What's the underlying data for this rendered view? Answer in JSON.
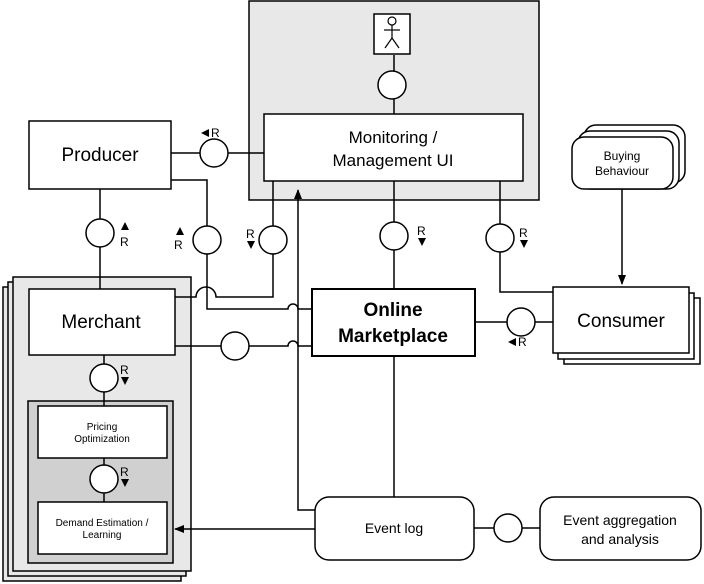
{
  "nodes": {
    "producer": "Producer",
    "merchant": "Merchant",
    "pricing_line1": "Pricing",
    "pricing_line2": "Optimization",
    "demand_line1": "Demand Estimation /",
    "demand_line2": "Learning",
    "monitoring_line1": "Monitoring /",
    "monitoring_line2": "Management UI",
    "marketplace_line1": "Online",
    "marketplace_line2": "Marketplace",
    "buying_line1": "Buying",
    "buying_line2": "Behaviour",
    "consumer": "Consumer",
    "event_log": "Event log",
    "aggregation_line1": "Event aggregation",
    "aggregation_line2": "and analysis"
  },
  "request_label": "R",
  "colors": {
    "panel_gray": "#e8e8e8",
    "inner_gray": "#d0d0d0",
    "stroke": "#000000",
    "fill": "#ffffff"
  },
  "icons": [
    "actor-icon",
    "arrow-up-icon",
    "arrow-down-icon",
    "arrow-left-icon"
  ]
}
